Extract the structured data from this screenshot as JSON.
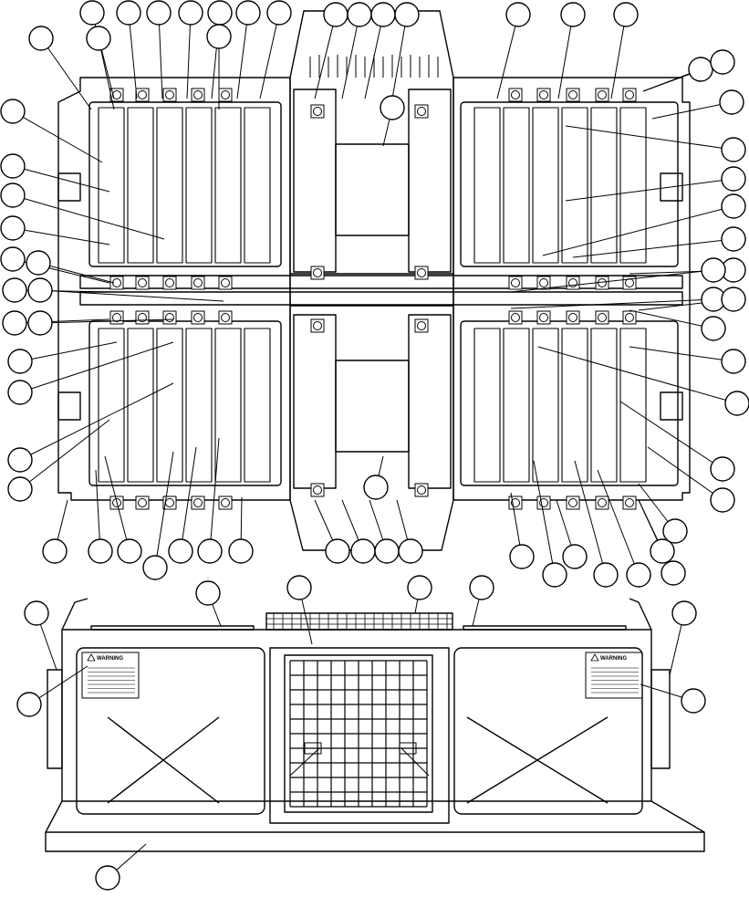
{
  "figure": {
    "warning_labels": [
      {
        "title": "WARNING",
        "lines": [
          "",
          "",
          "",
          "",
          "",
          "",
          ""
        ]
      },
      {
        "title": "WARNING",
        "lines": [
          "",
          "",
          "",
          "",
          "",
          "",
          ""
        ]
      }
    ]
  },
  "colors": {
    "line": "#000000",
    "paper": "#ffffff"
  },
  "icons": [
    "callout-balloon",
    "screw-head",
    "caution-triangle-icon"
  ]
}
